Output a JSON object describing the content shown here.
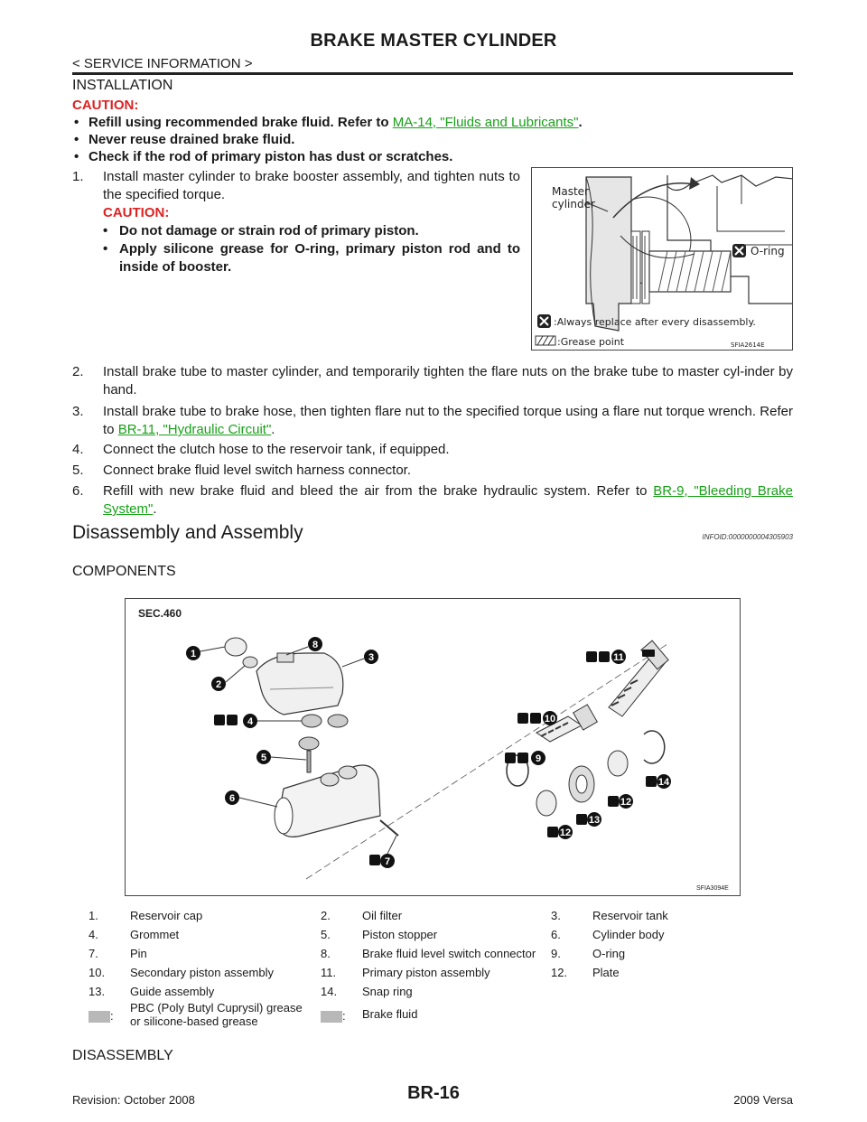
{
  "header": {
    "title": "BRAKE MASTER CYLINDER",
    "section": "< SERVICE INFORMATION >"
  },
  "installation": {
    "heading": "INSTALLATION",
    "caution_label": "CAUTION:",
    "cautions": [
      {
        "text": "Refill using recommended brake fluid. Refer to ",
        "link": "MA-14, \"Fluids and Lubricants\"",
        "after": "."
      },
      {
        "text": "Never reuse drained brake fluid."
      },
      {
        "text": "Check if the rod of primary piston has dust or scratches."
      }
    ],
    "steps": [
      {
        "num": "1.",
        "text": "Install master cylinder to brake booster assembly, and tighten nuts to the specified torque."
      },
      {
        "num": "2.",
        "text": "Install brake tube to master cylinder, and temporarily tighten the flare nuts on the brake tube to master cyl-inder by hand."
      },
      {
        "num": "3.",
        "text": "Install brake tube to brake hose, then tighten flare nut to the specified torque using a flare nut torque wrench. Refer to ",
        "link": "BR-11, \"Hydraulic Circuit\"",
        "after": "."
      },
      {
        "num": "4.",
        "text": "Connect the clutch hose to the reservoir tank, if equipped."
      },
      {
        "num": "5.",
        "text": "Connect brake fluid level switch harness connector."
      },
      {
        "num": "6.",
        "text": "Refill with new brake fluid and bleed the air from the brake hydraulic system. Refer to ",
        "link": "BR-9, \"Bleeding Brake System\"",
        "after": "."
      }
    ],
    "step1_caution_label": "CAUTION:",
    "step1_cautions": [
      "Do not damage or strain rod of primary piston.",
      "Apply silicone grease for O-ring, primary piston rod and to inside of booster."
    ]
  },
  "figure1": {
    "label_master": "Master",
    "label_cylinder": "cylinder",
    "label_oring": "O-ring",
    "legend_replace": ":Always replace after every disassembly.",
    "legend_grease": ":Grease point",
    "code": "SFIA2614E"
  },
  "disassembly_section": {
    "heading": "Disassembly and Assembly",
    "infoid": "INFOID:0000000004305903",
    "components_heading": "COMPONENTS"
  },
  "figure2": {
    "sec": "SEC.460",
    "code": "SFIA3094E",
    "callouts": [
      "1",
      "2",
      "3",
      "4",
      "5",
      "6",
      "7",
      "8",
      "9",
      "10",
      "11",
      "12",
      "13",
      "14"
    ]
  },
  "legend": {
    "items": [
      {
        "n": "1.",
        "t": "Reservoir cap"
      },
      {
        "n": "2.",
        "t": "Oil filter"
      },
      {
        "n": "3.",
        "t": "Reservoir tank"
      },
      {
        "n": "4.",
        "t": "Grommet"
      },
      {
        "n": "5.",
        "t": "Piston stopper"
      },
      {
        "n": "6.",
        "t": "Cylinder body"
      },
      {
        "n": "7.",
        "t": "Pin"
      },
      {
        "n": "8.",
        "t": "Brake fluid level switch connector"
      },
      {
        "n": "9.",
        "t": "O-ring"
      },
      {
        "n": "10.",
        "t": "Secondary piston assembly"
      },
      {
        "n": "11.",
        "t": "Primary piston assembly"
      },
      {
        "n": "12.",
        "t": "Plate"
      },
      {
        "n": "13.",
        "t": "Guide assembly"
      },
      {
        "n": "14.",
        "t": "Snap ring"
      }
    ],
    "grease_line1": "PBC (Poly Butyl Cuprysil) grease",
    "grease_line2": "or silicone-based grease",
    "fluid": "Brake fluid",
    "colon": ":"
  },
  "disassembly_heading": "DISASSEMBLY",
  "footer": {
    "revision": "Revision: October 2008",
    "page": "BR-16",
    "model": "2009 Versa"
  }
}
